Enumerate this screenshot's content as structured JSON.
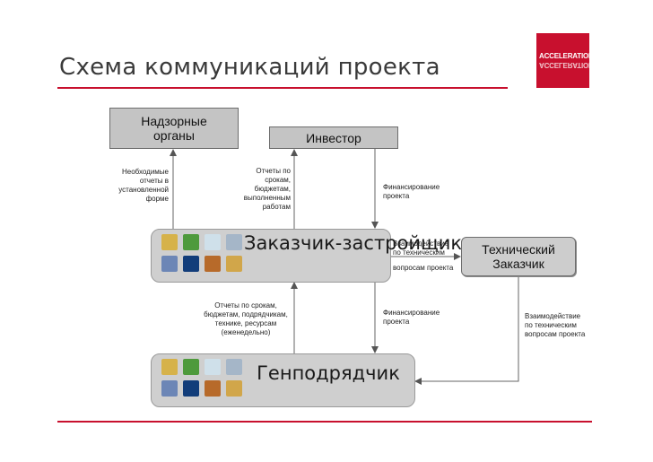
{
  "title": "Схема коммуникаций проекта",
  "logo": {
    "line1": "ACCELERATION",
    "line2": "ACCELERATION"
  },
  "nodes": {
    "supervisory": "Надзорные органы",
    "investor": "Инвестор",
    "customer": "Заказчик-застройщик",
    "technical": "Технический Заказчик",
    "contractor": "Генподрядчик"
  },
  "notes": {
    "reports_required": "Необходимые отчеты в установленной форме",
    "reports_investor": "Отчеты по срокам, бюджетам, выполненным работам",
    "financing_top": "Финансирование проекта",
    "interaction_tech": "Взаимодействие по техническим",
    "issues_tech": "вопросам проекта",
    "reports_contractor": "Отчеты по срокам, бюджетам, подрядчикам, технике, ресурсам (еженедельно)",
    "financing_bottom": "Финансирование проекта",
    "interaction_right": "Взаимодействие по техническим вопросам проекта"
  }
}
